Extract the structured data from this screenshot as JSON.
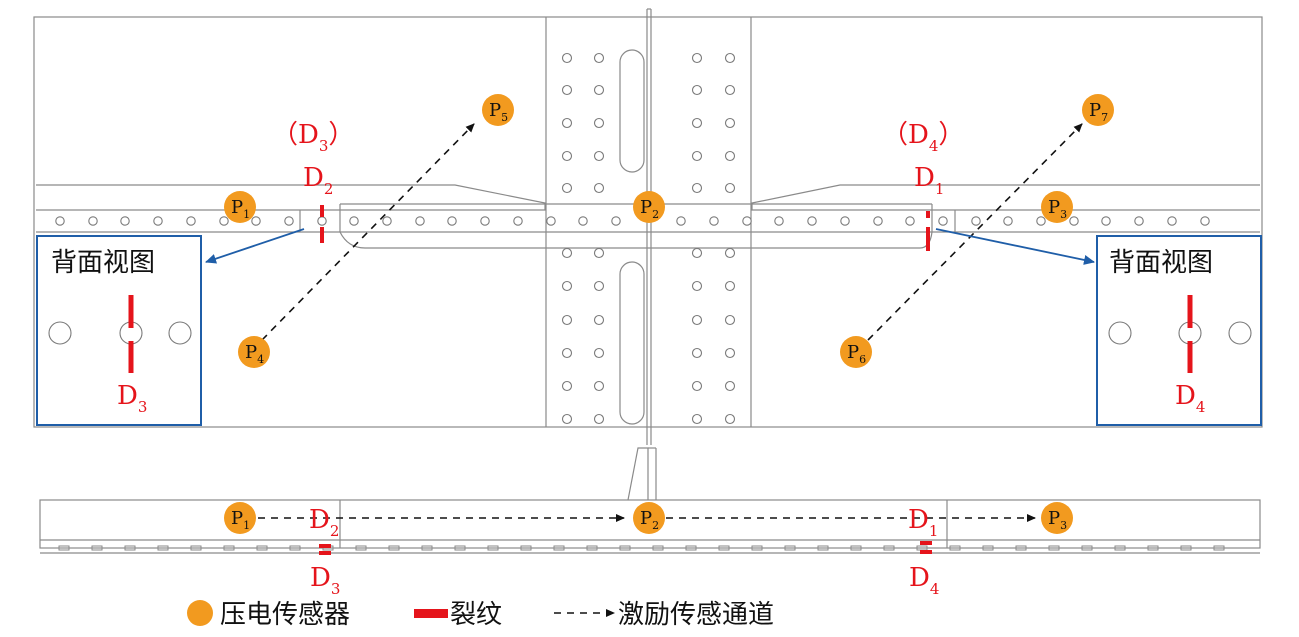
{
  "colors": {
    "sensor": "#f29a1f",
    "crack": "#e5141b",
    "callout_border": "#1f5ea8",
    "path": "#111111"
  },
  "top_view": {
    "sensors": [
      {
        "id": "P1",
        "letter": "P",
        "sub": "1"
      },
      {
        "id": "P2",
        "letter": "P",
        "sub": "2"
      },
      {
        "id": "P3",
        "letter": "P",
        "sub": "3"
      },
      {
        "id": "P4",
        "letter": "P",
        "sub": "4"
      },
      {
        "id": "P5",
        "letter": "P",
        "sub": "5"
      },
      {
        "id": "P6",
        "letter": "P",
        "sub": "6"
      },
      {
        "id": "P7",
        "letter": "P",
        "sub": "7"
      }
    ],
    "crack_labels": {
      "left_front": {
        "letter": "D",
        "sub": "2"
      },
      "left_back": {
        "open": "（",
        "letter": "D",
        "sub": "3",
        "close": "）"
      },
      "right_front": {
        "letter": "D",
        "sub": "1"
      },
      "right_back": {
        "open": "（",
        "letter": "D",
        "sub": "4",
        "close": "）"
      }
    },
    "callouts": [
      {
        "title": "背面视图",
        "crack_letter": "D",
        "crack_sub": "3"
      },
      {
        "title": "背面视图",
        "crack_letter": "D",
        "crack_sub": "4"
      }
    ]
  },
  "side_view": {
    "sensors": [
      {
        "id": "P1",
        "letter": "P",
        "sub": "1"
      },
      {
        "id": "P2",
        "letter": "P",
        "sub": "2"
      },
      {
        "id": "P3",
        "letter": "P",
        "sub": "3"
      }
    ],
    "crack_labels": [
      {
        "letter": "D",
        "sub": "2"
      },
      {
        "letter": "D",
        "sub": "3"
      },
      {
        "letter": "D",
        "sub": "1"
      },
      {
        "letter": "D",
        "sub": "4"
      }
    ]
  },
  "legend": {
    "sensor_label": "压电传感器",
    "crack_label": "裂纹",
    "path_label": "激励传感通道"
  }
}
